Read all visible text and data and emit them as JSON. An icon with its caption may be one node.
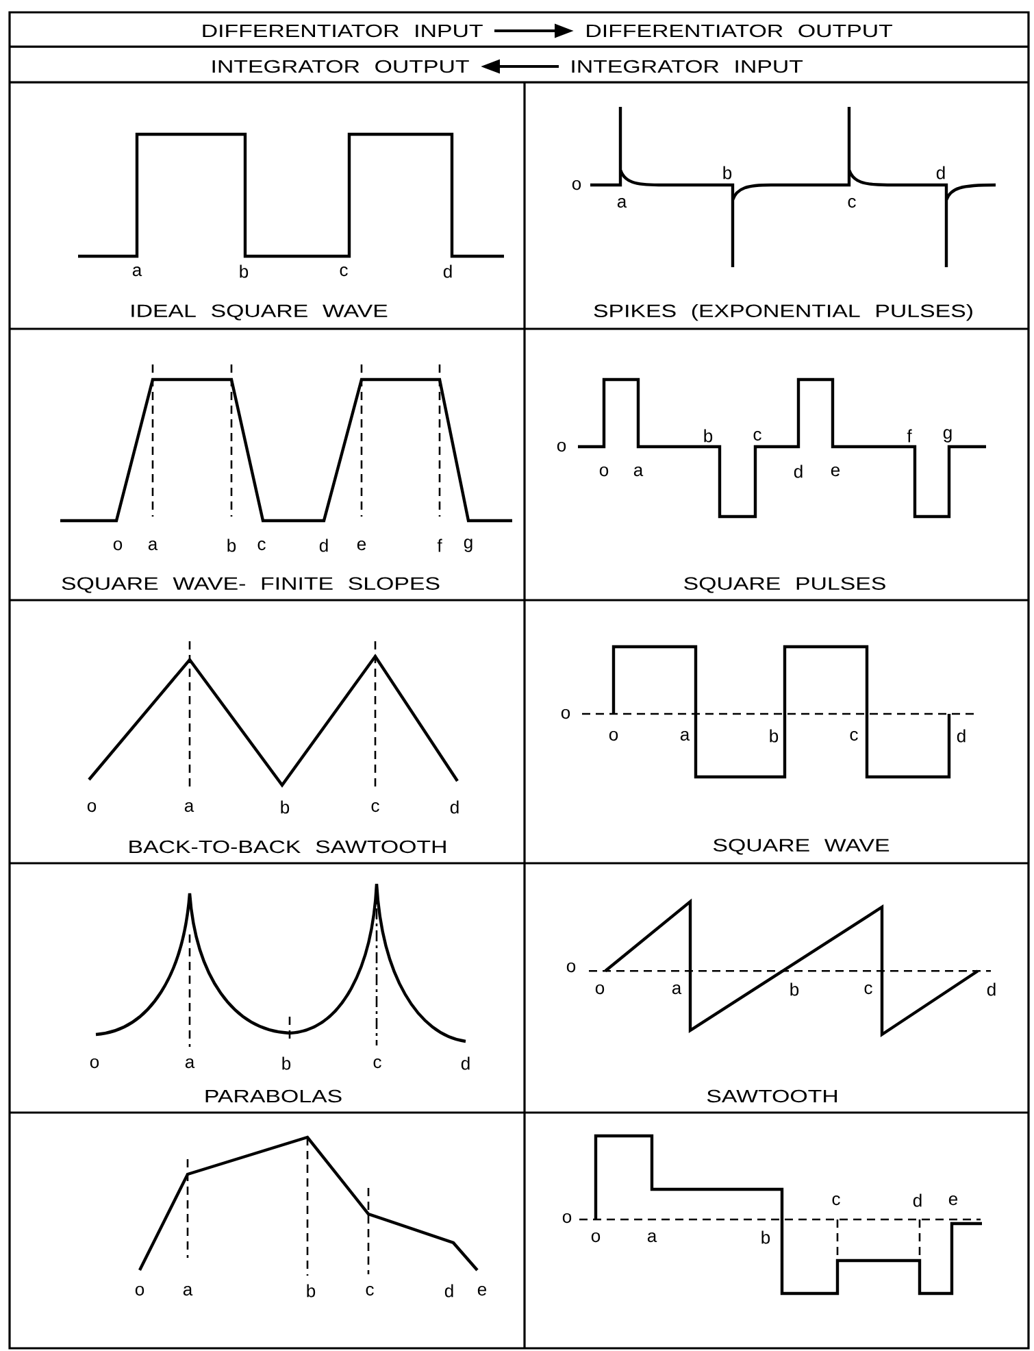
{
  "diagram": {
    "nodes": [
      {
        "text": [
          "DIFFERENTIATOR INPUT"
        ]
      },
      {
        "text": [
          "DIFFERENTIATOR OUTPUT"
        ]
      },
      {
        "text": [
          "INTEGRATOR OUTPUT"
        ]
      },
      {
        "text": [
          "INTEGRATOR INPUT"
        ]
      }
    ],
    "edges": [
      {
        "from": 0,
        "to": 1,
        "arrow": "to"
      },
      {
        "from": 3,
        "to": 2,
        "arrow": "to"
      }
    ],
    "labels": [
      "a",
      "b",
      "c",
      "d",
      "IDEAL SQUARE WAVE",
      "o",
      "a",
      "b",
      "c",
      "d",
      "SPIKES (EXPONENTIAL PULSES)",
      "o",
      "a",
      "b",
      "c",
      "d",
      "e",
      "f",
      "g",
      "SQUARE WAVE- FINITE SLOPES",
      "o",
      "o",
      "a",
      "b",
      "c",
      "d",
      "e",
      "f",
      "g",
      "SQUARE PULSES",
      "o",
      "a",
      "b",
      "c",
      "d",
      "BACK-TO-BACK SAWTOOTH",
      "o",
      "o",
      "a",
      "b",
      "c",
      "d",
      "SQUARE WAVE",
      "o",
      "a",
      "b",
      "c",
      "d",
      "PARABOLAS",
      "o",
      "o",
      "a",
      "b",
      "c",
      "d",
      "SAWTOOTH",
      "o",
      "a",
      "b",
      "c",
      "d",
      "e",
      "o",
      "o",
      "a",
      "b",
      "c",
      "d",
      "e"
    ]
  }
}
